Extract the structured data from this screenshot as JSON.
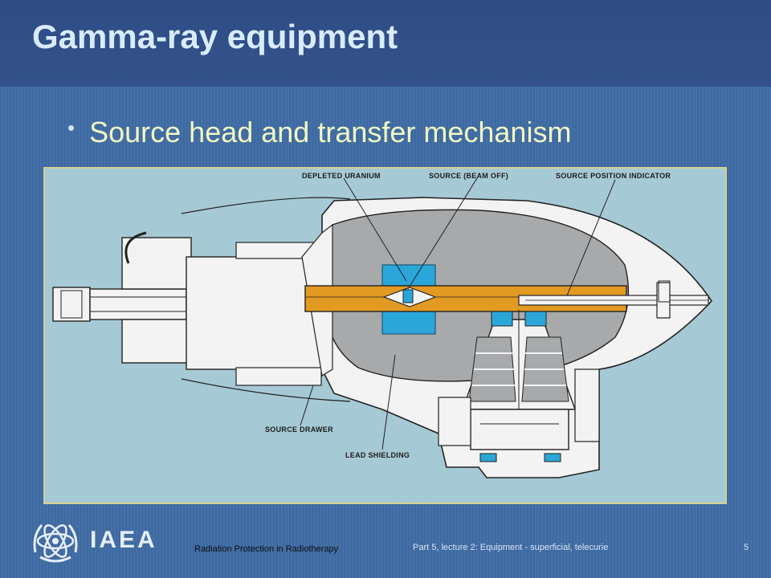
{
  "slide": {
    "title": "Gamma-ray equipment",
    "bullets": [
      "Source head and transfer mechanism"
    ]
  },
  "figure": {
    "labels": {
      "depleted_uranium": "DEPLETED URANIUM",
      "source_beam_off": "SOURCE (BEAM OFF)",
      "source_position_indicator": "SOURCE POSITION INDICATOR",
      "source_drawer": "SOURCE DRAWER",
      "lead_shielding": "LEAD SHIELDING"
    },
    "colors": {
      "background": "#a6c9d6",
      "casing": "#f3f3f3",
      "lead": "#a7a9ab",
      "drawer": "#e29a22",
      "uranium": "#2ba6d9"
    }
  },
  "footer": {
    "org": "IAEA",
    "course": "Radiation Protection in Radiotherapy",
    "part": "Part 5, lecture 2: Equipment - superficial, telecurie",
    "page": "5"
  },
  "theme": {
    "title_color": "#d8ecff",
    "bullet_color": "#f2f8c0",
    "background": "#3f6aa3"
  }
}
